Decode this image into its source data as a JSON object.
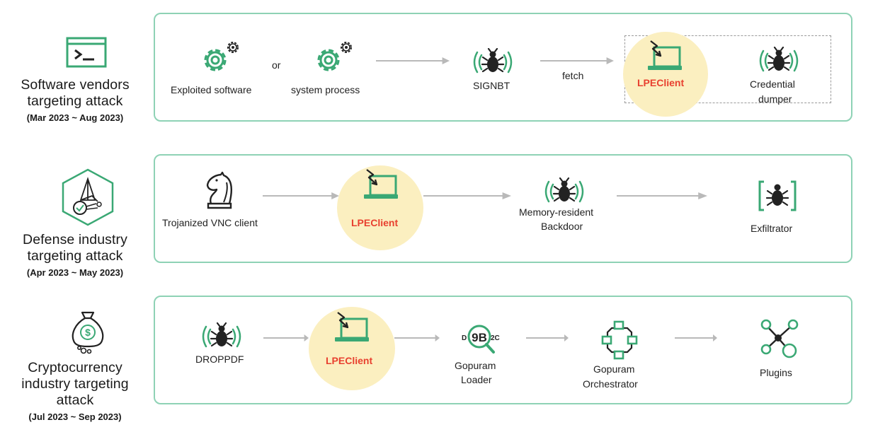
{
  "colors": {
    "accent": "#3aa874",
    "border": "#8ed2b5",
    "halo": "#fbefc0",
    "highlight_text": "#e8402f",
    "arrow": "#b9b9b9"
  },
  "rows": [
    {
      "title_lines": [
        "Software vendors",
        "targeting attack"
      ],
      "date": "(Mar 2023 ~ Aug 2023)",
      "icon": "terminal-icon",
      "nodes": {
        "exploited_software": "Exploited software",
        "or": "or",
        "system_process": "system process",
        "signbt": "SIGNBT",
        "fetch": "fetch",
        "lpeclient": "LPEClient",
        "credential_dumper_line1": "Credential",
        "credential_dumper_line2": "dumper"
      }
    },
    {
      "title_lines": [
        "Defense industry",
        "targeting attack"
      ],
      "date": "(Apr 2023 ~ May 2023)",
      "icon": "defense-target-icon",
      "nodes": {
        "trojanized_vnc": "Trojanized VNC client",
        "lpeclient": "LPEClient",
        "backdoor_line1": "Memory-resident",
        "backdoor_line2": "Backdoor",
        "exfiltrator": "Exfiltrator"
      }
    },
    {
      "title_lines": [
        "Cryptocurrency",
        "industry targeting",
        "attack"
      ],
      "date": "(Jul 2023 ~ Sep 2023)",
      "icon": "money-bag-icon",
      "nodes": {
        "droppdf": "DROPPDF",
        "lpeclient": "LPEClient",
        "gopuram_loader_line1": "Gopuram",
        "gopuram_loader_line2": "Loader",
        "gopuram_orch_line1": "Gopuram",
        "gopuram_orch_line2": "Orchestrator",
        "plugins": "Plugins",
        "loader_glyph": "9B"
      }
    }
  ]
}
